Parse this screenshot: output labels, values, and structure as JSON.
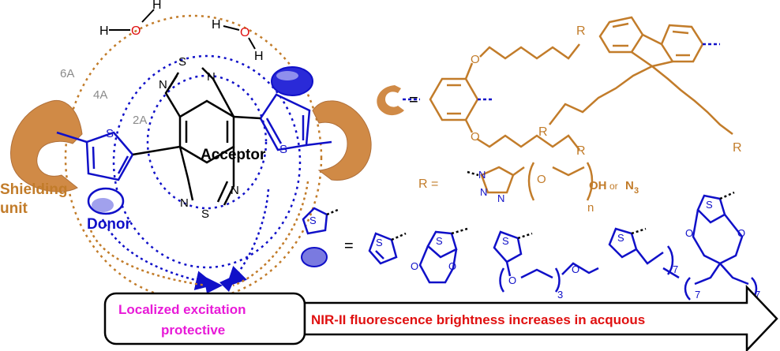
{
  "colors": {
    "blue": "#1010c8",
    "brown": "#c27c2a",
    "shield": "#d08a46",
    "red": "#e01010",
    "magenta": "#e81ad8",
    "gray": "#8a8a8a",
    "black": "#000000"
  },
  "water": {
    "h": "H",
    "o": "O"
  },
  "ring_labels": {
    "r6": "6A",
    "r4": "4A",
    "r2": "2A"
  },
  "atoms": {
    "s": "S",
    "n": "N"
  },
  "labels": {
    "acceptor": "Acceptor",
    "shielding_line1": "Shielding",
    "shielding_line2": "unit",
    "donor": "Donor"
  },
  "legend": {
    "equals": "=",
    "r_symbol": "R",
    "r_def_prefix": "R =",
    "oh": "OH",
    "or": "or",
    "n3": "N",
    "n3_sub": "3",
    "n": "n",
    "subs": {
      "three": "3",
      "seven": "7"
    }
  },
  "bottom": {
    "box_line1": "Localized  excitation",
    "box_line2": "protective",
    "arrow_text": "NIR-II fluorescence brightness increases in acquous"
  }
}
